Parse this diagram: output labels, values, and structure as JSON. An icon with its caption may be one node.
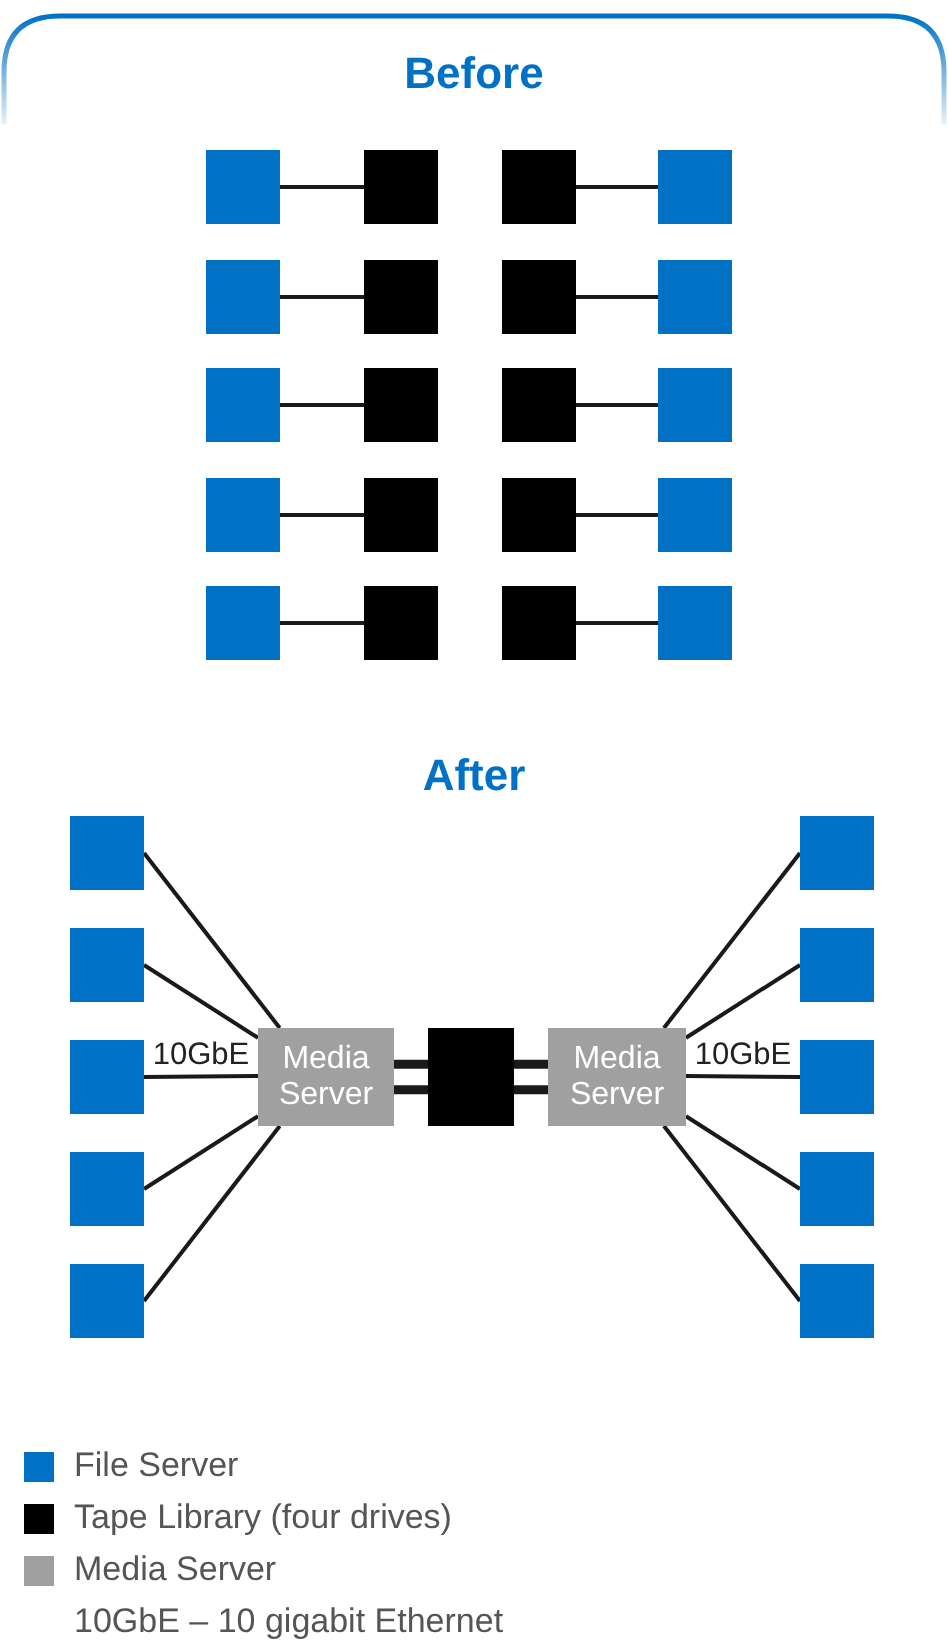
{
  "diagram": {
    "nodes": [
      {
        "text": [],
        "shape": "box"
      },
      {
        "text": [],
        "shape": "box"
      },
      {
        "text": [],
        "shape": "box"
      },
      {
        "text": [],
        "shape": "box"
      },
      {
        "text": [],
        "shape": "box"
      },
      {
        "text": [],
        "shape": "box"
      },
      {
        "text": [],
        "shape": "box"
      },
      {
        "text": [],
        "shape": "box"
      },
      {
        "text": [],
        "shape": "box"
      },
      {
        "text": [],
        "shape": "box"
      },
      {
        "text": [],
        "shape": "box"
      },
      {
        "text": [],
        "shape": "box"
      },
      {
        "text": [],
        "shape": "box"
      },
      {
        "text": [],
        "shape": "box"
      },
      {
        "text": [],
        "shape": "box"
      },
      {
        "text": [],
        "shape": "box"
      },
      {
        "text": [],
        "shape": "box"
      },
      {
        "text": [],
        "shape": "box"
      },
      {
        "text": [],
        "shape": "box"
      },
      {
        "text": [],
        "shape": "box"
      },
      {
        "text": [],
        "shape": "box"
      },
      {
        "text": [],
        "shape": "box"
      },
      {
        "text": [],
        "shape": "box"
      },
      {
        "text": [],
        "shape": "box"
      },
      {
        "text": [],
        "shape": "box"
      },
      {
        "text": [
          "Media Server"
        ]
      },
      {
        "text": [],
        "shape": "box"
      },
      {
        "text": [
          "Media Server"
        ]
      },
      {
        "text": [],
        "shape": "box"
      },
      {
        "text": [],
        "shape": "box"
      },
      {
        "text": [],
        "shape": "box"
      },
      {
        "text": [],
        "shape": "box"
      },
      {
        "text": [],
        "shape": "box"
      }
    ],
    "edges": [
      {
        "from": 0,
        "to": 1,
        "arrow": "none"
      },
      {
        "from": 2,
        "to": 3,
        "arrow": "none"
      },
      {
        "from": 4,
        "to": 5,
        "arrow": "none"
      },
      {
        "from": 6,
        "to": 7,
        "arrow": "none"
      },
      {
        "from": 8,
        "to": 9,
        "arrow": "none"
      },
      {
        "from": 10,
        "to": 11,
        "arrow": "none"
      },
      {
        "from": 12,
        "to": 13,
        "arrow": "none"
      },
      {
        "from": 14,
        "to": 15,
        "arrow": "none"
      },
      {
        "from": 16,
        "to": 17,
        "arrow": "none"
      },
      {
        "from": 18,
        "to": 19,
        "arrow": "none"
      },
      {
        "from": 20,
        "to": 25,
        "arrow": "none"
      },
      {
        "from": 22,
        "to": 25,
        "arrow": "none"
      },
      {
        "from": 24,
        "to": 25,
        "arrow": "none",
        "label": "10GbE"
      },
      {
        "from": 29,
        "to": 25,
        "arrow": "none"
      },
      {
        "from": 31,
        "to": 25,
        "arrow": "none"
      },
      {
        "from": 25,
        "to": 26,
        "arrow": "none",
        "style": "thick"
      },
      {
        "from": 25,
        "to": 26,
        "arrow": "none",
        "style": "thick"
      },
      {
        "from": 26,
        "to": 27,
        "arrow": "none",
        "style": "thick"
      },
      {
        "from": 26,
        "to": 27,
        "arrow": "none",
        "style": "thick"
      },
      {
        "from": 27,
        "to": 21,
        "arrow": "none"
      },
      {
        "from": 27,
        "to": 23,
        "arrow": "none"
      },
      {
        "from": 27,
        "to": 28,
        "arrow": "none",
        "label": "10GbE"
      },
      {
        "from": 27,
        "to": 30,
        "arrow": "none"
      },
      {
        "from": 27,
        "to": 32,
        "arrow": "none"
      }
    ],
    "labels": [
      "Before",
      "After"
    ],
    "legend": [
      {
        "text": "File Server",
        "color": "#0071c5"
      },
      {
        "text": "Tape Library (four drives)",
        "color": "#000000"
      },
      {
        "text": "Media Server",
        "color": "#a0a0a0"
      },
      {
        "text": "10GbE – 10 gigabit Ethernet"
      }
    ]
  }
}
